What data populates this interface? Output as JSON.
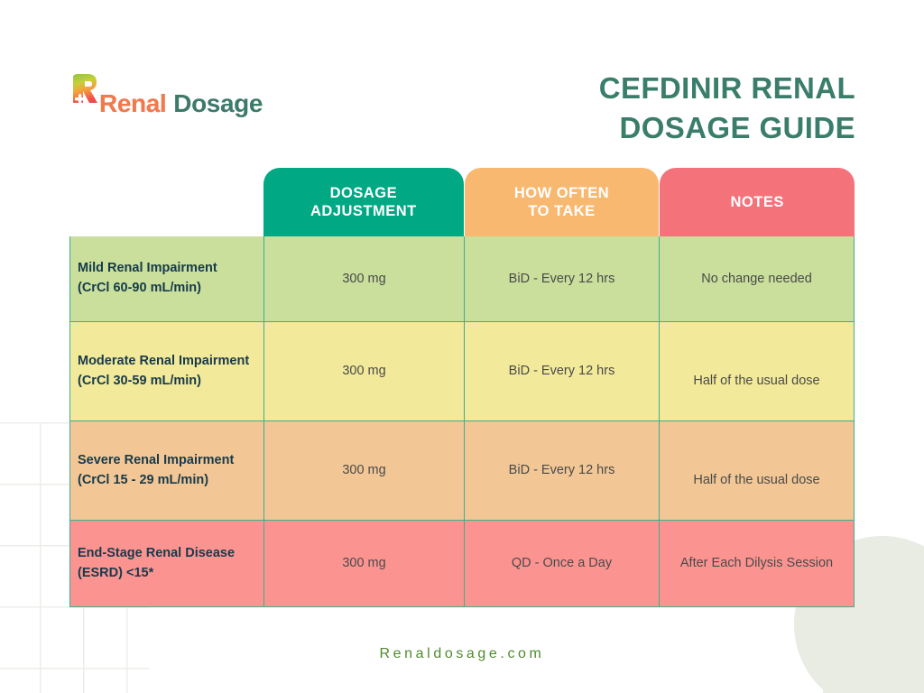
{
  "brand": {
    "logo_mark_icon": "renal-r-cross-icon",
    "name_part1": "Renal",
    "name_part2": "Dosage",
    "color_teal": "#3d7a6a",
    "color_orange": "#f07a4d"
  },
  "header": {
    "title_line1": "CEFDINIR RENAL",
    "title_line2": "DOSAGE GUIDE",
    "title_color": "#3a7d6b"
  },
  "table": {
    "columns": [
      {
        "key": "label",
        "label": "",
        "header_color": ""
      },
      {
        "key": "dosage",
        "label": "DOSAGE ADJUSTMENT",
        "label_line1": "DOSAGE",
        "label_line2": "ADJUSTMENT",
        "header_color": "#00a884"
      },
      {
        "key": "frequency",
        "label": "HOW OFTEN TO TAKE",
        "label_line1": "HOW OFTEN",
        "label_line2": "TO TAKE",
        "header_color": "#f8b870"
      },
      {
        "key": "notes",
        "label": "NOTES",
        "label_line1": "NOTES",
        "label_line2": "",
        "header_color": "#f4727a"
      }
    ],
    "rows": [
      {
        "label_line1": "Mild Renal Impairment",
        "label_line2": "(CrCl 60-90 mL/min)",
        "dosage": "300 mg",
        "frequency": "BiD - Every 12 hrs",
        "notes": "No change needed",
        "row_color": "#c9df9b"
      },
      {
        "label_line1": "Moderate Renal Impairment",
        "label_line2": "(CrCl 30-59 mL/min)",
        "dosage": "300 mg",
        "frequency": "BiD - Every 12 hrs",
        "notes": "Half of the usual dose",
        "row_color": "#f2e99a"
      },
      {
        "label_line1": "Severe Renal Impairment",
        "label_line2": "(CrCl 15 - 29 mL/min)",
        "dosage": "300 mg",
        "frequency": "BiD - Every 12 hrs",
        "notes": "Half of the usual dose",
        "row_color": "#f2c795"
      },
      {
        "label_line1": "End-Stage Renal Disease",
        "label_line2": "(ESRD) <15*",
        "dosage": "300 mg",
        "frequency": "QD - Once a Day",
        "notes": "After Each Dilysis Session",
        "row_color": "#fb9491"
      }
    ],
    "border_color": "#3fae8e"
  },
  "footer": {
    "site": "Renaldosage.com",
    "color": "#4e8b2f"
  }
}
